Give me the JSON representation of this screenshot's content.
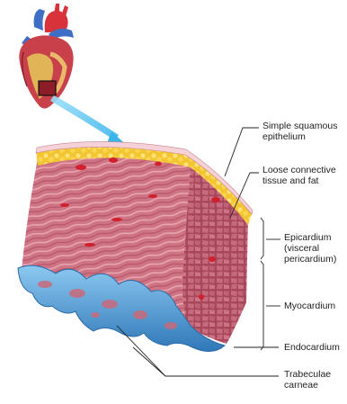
{
  "labels": {
    "simple_squamous": [
      "Simple squamous",
      "epithelium"
    ],
    "loose_connective": [
      "Loose connective",
      "tissue and fat"
    ],
    "epicardium": [
      "Epicardium",
      "(visceral",
      "pericardium)"
    ],
    "myocardium": [
      "Myocardium"
    ],
    "endocardium": [
      "Endocardium"
    ],
    "trabeculae": [
      "Trabeculae",
      "carneae"
    ]
  },
  "colors": {
    "muscle": "#c96a7a",
    "muscle_light": "#e3a0ad",
    "muscle_dark": "#a8485c",
    "fat": "#f2c531",
    "fat_light": "#fbe58a",
    "epithelium": "#f4d2d8",
    "endocardium_blue": "#5aa4dc",
    "endocardium_dark": "#2f78b8",
    "arrow_blue": "#52c3f0",
    "heart_red": "#d8323a",
    "vessel_blue": "#3f6fc4",
    "line": "#222222"
  }
}
